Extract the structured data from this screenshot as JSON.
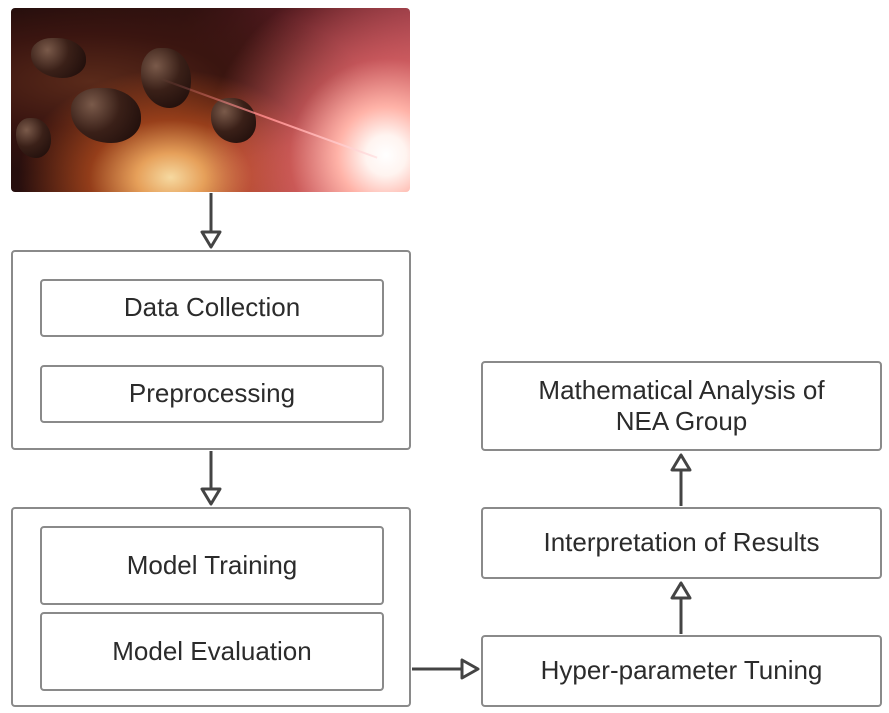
{
  "diagram": {
    "image": {
      "description": "Asteroid field with bright star",
      "alt": "asteroid-illustration"
    },
    "group_1": {
      "steps": [
        {
          "label": "Data Collection"
        },
        {
          "label": "Preprocessing"
        }
      ]
    },
    "group_2": {
      "steps": [
        {
          "label": "Model Training"
        },
        {
          "label": "Model Evaluation"
        }
      ]
    },
    "right_column": {
      "hyperparameter": {
        "label": "Hyper-parameter Tuning"
      },
      "interpretation": {
        "label": "Interpretation of Results"
      },
      "analysis": {
        "label_line1": "Mathematical Analysis of",
        "label_line2": "NEA Group"
      }
    },
    "flow": [
      "image -> group_1",
      "group_1 -> group_2",
      "group_2 -> Hyper-parameter Tuning",
      "Hyper-parameter Tuning -> Interpretation of Results",
      "Interpretation of Results -> Mathematical Analysis of NEA Group"
    ],
    "colors": {
      "stroke": "#8a8a8a",
      "arrow": "#444444",
      "text": "#2b2b2b"
    }
  }
}
